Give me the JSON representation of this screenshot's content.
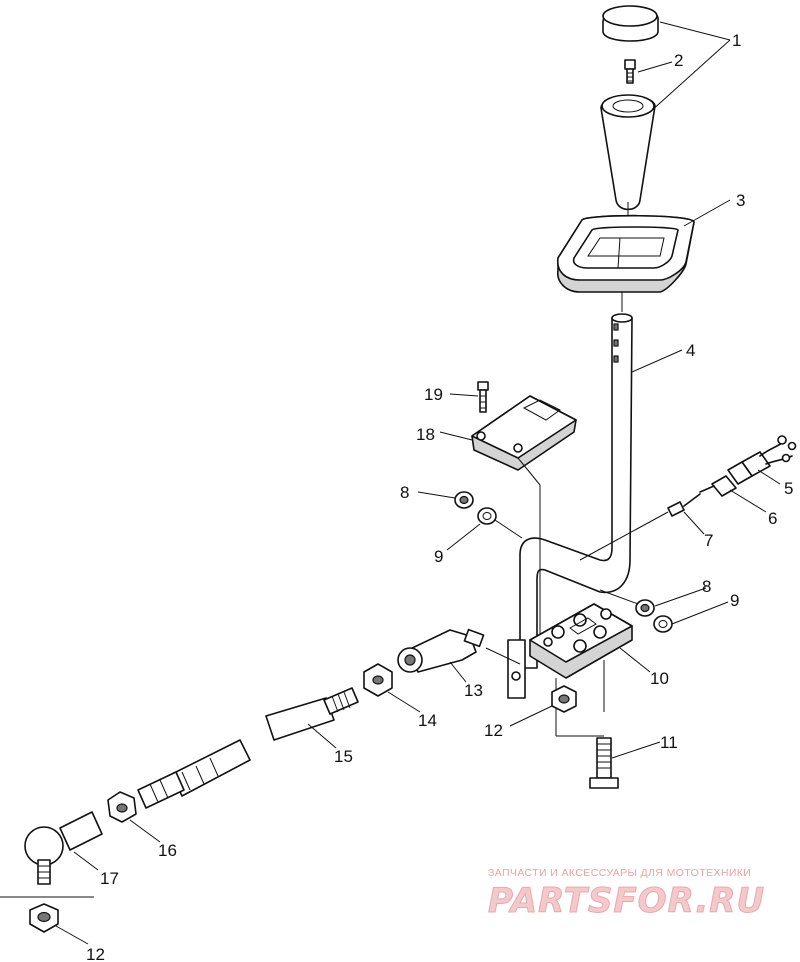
{
  "callouts": [
    {
      "id": "c1",
      "text": "1"
    },
    {
      "id": "c2",
      "text": "2"
    },
    {
      "id": "c3",
      "text": "3"
    },
    {
      "id": "c4",
      "text": "4"
    },
    {
      "id": "c5",
      "text": "5"
    },
    {
      "id": "c6",
      "text": "6"
    },
    {
      "id": "c7",
      "text": "7"
    },
    {
      "id": "c8a",
      "text": "8"
    },
    {
      "id": "c9a",
      "text": "9"
    },
    {
      "id": "c8b",
      "text": "8"
    },
    {
      "id": "c9b",
      "text": "9"
    },
    {
      "id": "c10",
      "text": "10"
    },
    {
      "id": "c11",
      "text": "11"
    },
    {
      "id": "c12a",
      "text": "12"
    },
    {
      "id": "c13",
      "text": "13"
    },
    {
      "id": "c14",
      "text": "14"
    },
    {
      "id": "c15",
      "text": "15"
    },
    {
      "id": "c16",
      "text": "16"
    },
    {
      "id": "c17",
      "text": "17"
    },
    {
      "id": "c18",
      "text": "18"
    },
    {
      "id": "c19",
      "text": "19"
    },
    {
      "id": "c12b",
      "text": "12"
    }
  ],
  "watermark": {
    "tagline": "ЗАПЧАСТИ И АКСЕССУАРЫ ДЛЯ МОТОТЕХНИКИ",
    "brand": "PARTSFOR.RU",
    "color": "#e8a9ad"
  }
}
